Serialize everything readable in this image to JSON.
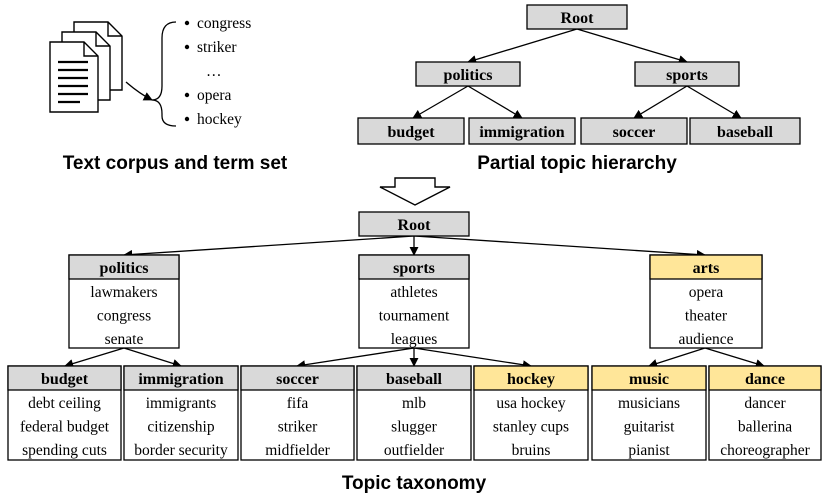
{
  "colors": {
    "gray": "#d9d9d9",
    "yellow": "#ffe699",
    "border": "#000000"
  },
  "corpus": {
    "icon": "documents-icon",
    "terms": [
      "congress",
      "striker",
      "…",
      "opera",
      "hockey"
    ],
    "caption": "Text corpus and term set"
  },
  "partial": {
    "caption": "Partial topic hierarchy",
    "root": "Root",
    "level1": [
      "politics",
      "sports"
    ],
    "level2": [
      "budget",
      "immigration",
      "soccer",
      "baseball"
    ]
  },
  "taxonomy": {
    "caption": "Topic taxonomy",
    "root": "Root",
    "topics": {
      "politics": {
        "name": "politics",
        "terms": [
          "lawmakers",
          "congress",
          "senate"
        ],
        "new": false
      },
      "sports": {
        "name": "sports",
        "terms": [
          "athletes",
          "tournament",
          "leagues"
        ],
        "new": false
      },
      "arts": {
        "name": "arts",
        "terms": [
          "opera",
          "theater",
          "audience"
        ],
        "new": true
      },
      "budget": {
        "name": "budget",
        "terms": [
          "debt ceiling",
          "federal budget",
          "spending cuts"
        ],
        "new": false
      },
      "immigration": {
        "name": "immigration",
        "terms": [
          "immigrants",
          "citizenship",
          "border security"
        ],
        "new": false
      },
      "soccer": {
        "name": "soccer",
        "terms": [
          "fifa",
          "striker",
          "midfielder"
        ],
        "new": false
      },
      "baseball": {
        "name": "baseball",
        "terms": [
          "mlb",
          "slugger",
          "outfielder"
        ],
        "new": false
      },
      "hockey": {
        "name": "hockey",
        "terms": [
          "usa hockey",
          "stanley cups",
          "bruins"
        ],
        "new": true
      },
      "music": {
        "name": "music",
        "terms": [
          "musicians",
          "guitarist",
          "pianist"
        ],
        "new": true
      },
      "dance": {
        "name": "dance",
        "terms": [
          "dancer",
          "ballerina",
          "choreographer"
        ],
        "new": true
      }
    }
  }
}
